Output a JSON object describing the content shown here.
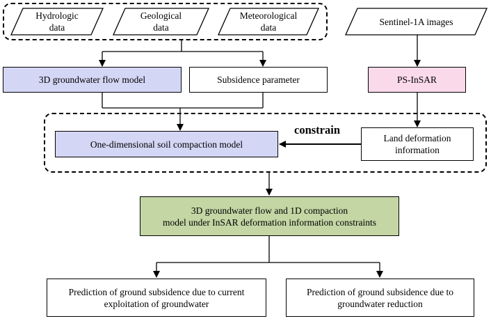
{
  "colors": {
    "blue_fill": "#d4d6f5",
    "pink_fill": "#f9d9ea",
    "green_fill": "#c3d6a4",
    "stroke": "#000000"
  },
  "inputs": {
    "hydrologic": "Hydrologic\ndata",
    "geological": "Geological\ndata",
    "meteorological": "Meteorological\ndata",
    "sentinel": "Sentinel-1A  images"
  },
  "models": {
    "groundwater_flow": "3D groundwater flow model",
    "subsidence_parameter": "Subsidence parameter",
    "ps_insar": "PS-InSAR",
    "soil_compaction": "One-dimensional soil compaction model",
    "land_deformation": "Land deformation\ninformation",
    "constrain": "constrain",
    "combined_model": "3D groundwater flow and 1D compaction\nmodel under InSAR deformation information constraints"
  },
  "predictions": {
    "current_exploitation": "Prediction of ground subsidence due to current\nexploitation of groundwater",
    "groundwater_reduction": "Prediction of ground subsidence due to\ngroundwater reduction"
  }
}
